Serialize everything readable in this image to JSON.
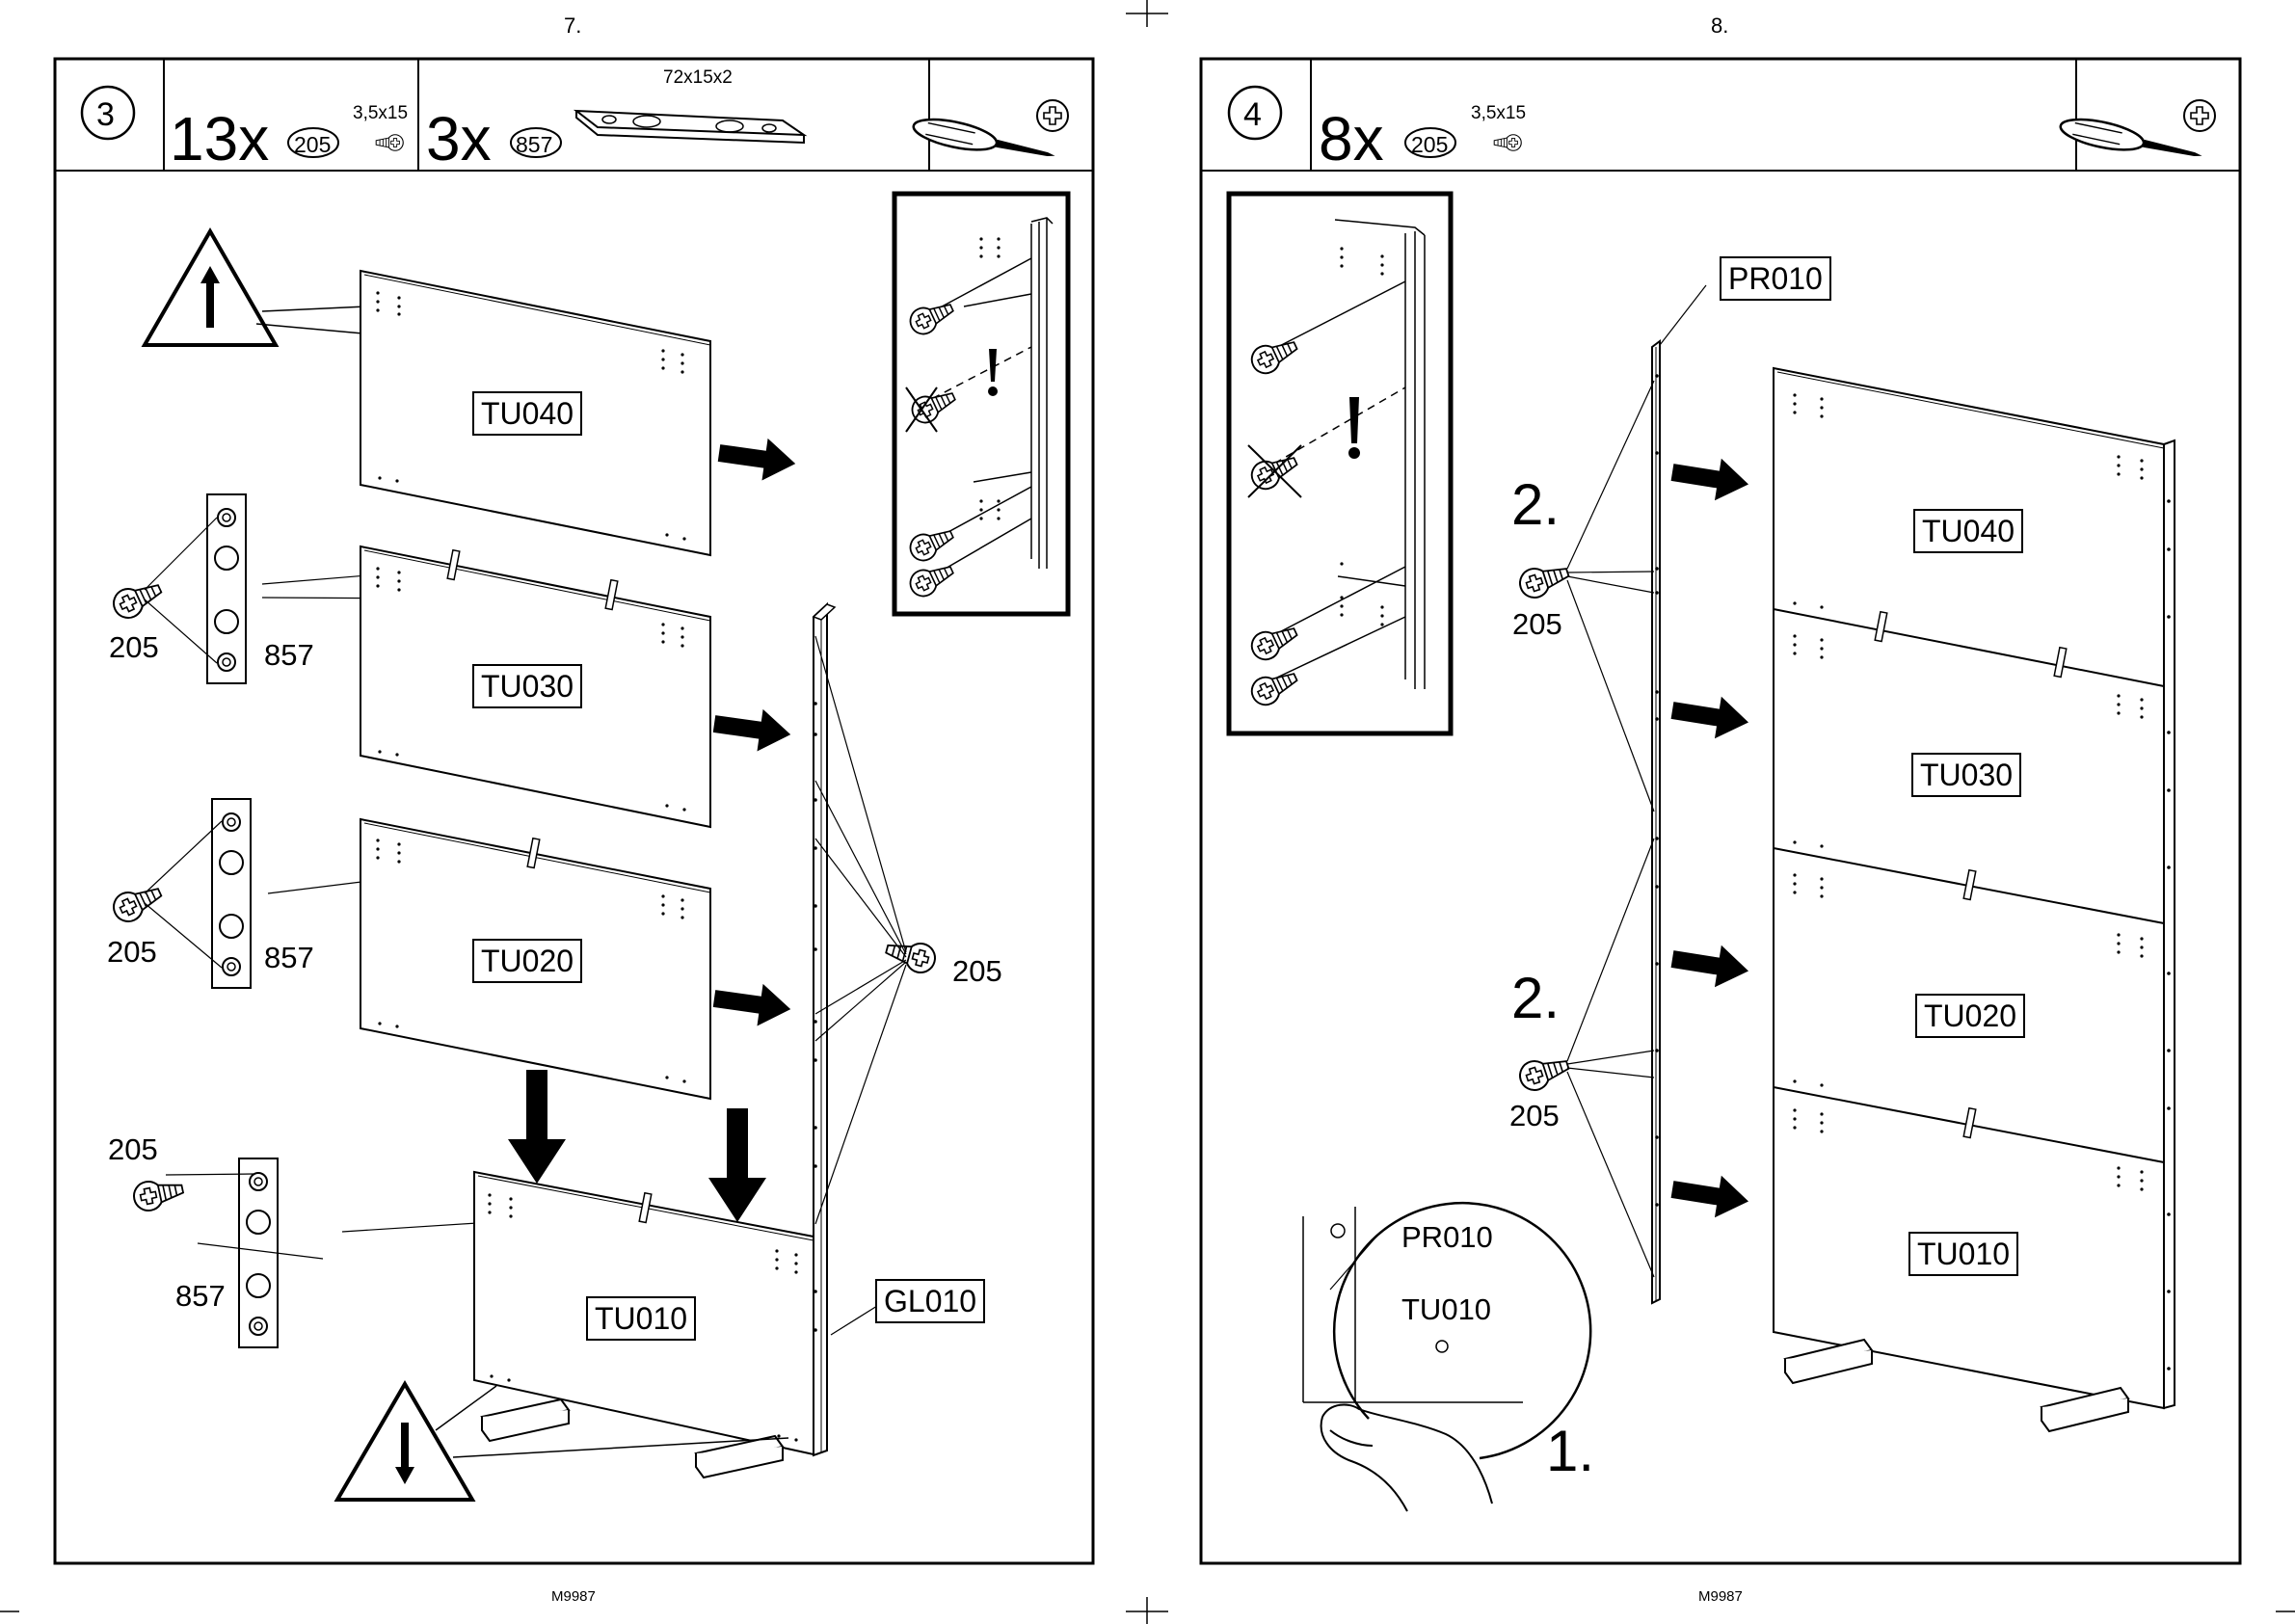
{
  "page_left": {
    "page_number": "7.",
    "step_number": "3",
    "parts_row": [
      {
        "qty": "13x",
        "part_id": "205",
        "size": "3,5x15"
      },
      {
        "qty": "3x",
        "part_id": "857",
        "size": "72x15x2"
      }
    ],
    "labels": {
      "panel_top": "TU040",
      "panel_2": "TU030",
      "panel_3": "TU020",
      "panel_bottom": "TU010",
      "side_panel": "GL010",
      "screw_a": "205",
      "conn_a": "857",
      "screw_b": "205",
      "conn_b": "857",
      "screw_c": "205",
      "conn_c": "857",
      "screw_side": "205"
    },
    "model_code": "M9987"
  },
  "page_right": {
    "page_number": "8.",
    "step_number": "4",
    "parts_row": [
      {
        "qty": "8x",
        "part_id": "205",
        "size": "3,5x15"
      }
    ],
    "labels": {
      "back_strip": "PR010",
      "panel_top": "TU040",
      "panel_2": "TU030",
      "panel_3": "TU020",
      "panel_bottom": "TU010",
      "order_top": "2.",
      "order_bottom": "2.",
      "screw_top": "205",
      "screw_bottom": "205",
      "detail_strip": "PR010",
      "detail_panel": "TU010",
      "order_detail": "1."
    },
    "model_code": "M9987"
  }
}
